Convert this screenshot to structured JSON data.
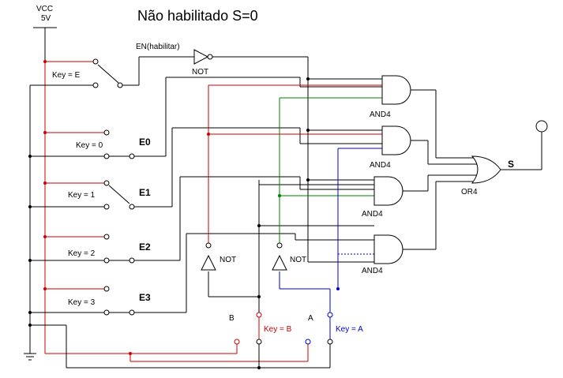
{
  "title": "Não habilitado    S=0",
  "power": {
    "label": "VCC",
    "voltage": "5V"
  },
  "enable": {
    "label": "EN(habilitar)",
    "key": "Key = E",
    "inverter": "NOT"
  },
  "switches": [
    {
      "key": "Key = 0",
      "signal": "E0"
    },
    {
      "key": "Key = 1",
      "signal": "E1"
    },
    {
      "key": "Key = 2",
      "signal": "E2"
    },
    {
      "key": "Key = 3",
      "signal": "E3"
    }
  ],
  "select": {
    "b": {
      "name": "B",
      "key": "Key = B",
      "inverter": "NOT"
    },
    "a": {
      "name": "A",
      "key": "Key = A",
      "inverter": "NOT"
    }
  },
  "gates": {
    "and": [
      "AND4",
      "AND4",
      "AND4",
      "AND4"
    ],
    "or": "OR4"
  },
  "output": {
    "name": "S"
  },
  "colors": {
    "red": "#cc0000",
    "green": "#008000",
    "blue": "#0000cc",
    "black": "#000000"
  }
}
